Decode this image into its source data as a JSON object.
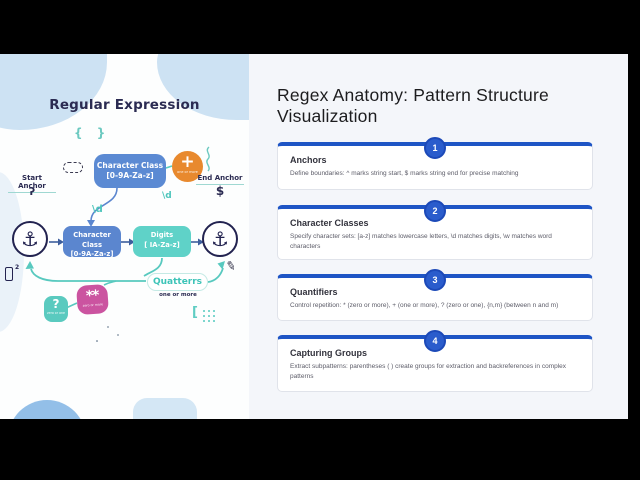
{
  "colors": {
    "accent_blue": "#1e55c5",
    "badge_blue": "#2a5ccc",
    "node_blue": "#5b86cf",
    "teal": "#56ccc2",
    "orange": "#e8892e",
    "pink": "#cb54a0",
    "navy": "#2b2b52",
    "panel_bg": "#f4f6fa",
    "blob_blue": "#cde2f3"
  },
  "left_panel": {
    "title": "Regular Expression",
    "braces": "{ }",
    "top_box": {
      "line1": "Character Class",
      "line2": "[0-9A-Za-z]"
    },
    "plus_badge": {
      "symbol": "+",
      "caption": "one or more"
    },
    "start_anchor": {
      "label": "Start Anchor",
      "symbol": "ʔ"
    },
    "end_anchor": {
      "label": "End Anchor",
      "symbol": "$"
    },
    "d_token": "\\d",
    "mid_box": {
      "line1": "Character Class",
      "line2": "[0-9A-Za-z]"
    },
    "digits_box": {
      "line1": "Digits",
      "line2": "[ IA-Za-z]"
    },
    "anchor_glyph": "⚓",
    "quantifier_box": {
      "label": "Quatterrs",
      "caption": "one or more"
    },
    "optional_box": {
      "symbol": "?",
      "caption": "zero or one"
    },
    "star_box": {
      "symbol": "**",
      "caption": "zero or more"
    },
    "bracket_decoration": "[",
    "flask_superscript": "2",
    "pencil_glyph": "✎"
  },
  "right_panel": {
    "title_line1": "Regex Anatomy: Pattern Structure",
    "title_line2": "Visualization",
    "cards": [
      {
        "number": "1",
        "title": "Anchors",
        "description": "Define boundaries: ^ marks string start, $ marks string end for precise matching"
      },
      {
        "number": "2",
        "title": "Character Classes",
        "description": "Specify character sets: [a-z] matches lowercase letters, \\d matches digits, \\w matches word characters"
      },
      {
        "number": "3",
        "title": "Quantifiers",
        "description": "Control repetition: * (zero or more), + (one or more), ? (zero or one), {n,m} (between n and m)"
      },
      {
        "number": "4",
        "title": "Capturing Groups",
        "description": "Extract subpatterns: parentheses ( ) create groups for extraction and backreferences in complex patterns"
      }
    ]
  }
}
